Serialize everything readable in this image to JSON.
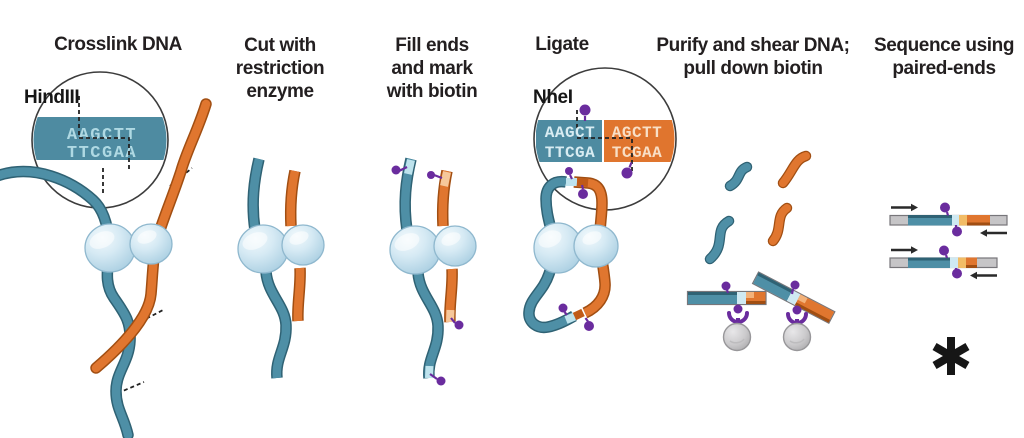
{
  "panels": {
    "crosslink": {
      "title": "Crosslink DNA",
      "enzyme": "HindIII",
      "sequence_top": "AAGCTT",
      "sequence_bottom": "TTCGAA"
    },
    "cut": {
      "line1": "Cut with",
      "line2": "restriction",
      "line3": "enzyme"
    },
    "fill": {
      "line1": "Fill ends",
      "line2": "and mark",
      "line3": "with biotin"
    },
    "ligate": {
      "title": "Ligate",
      "enzyme": "NheI",
      "left_top": "AAGCT",
      "left_bottom": "TTCGA",
      "right_top": "AGCTT",
      "right_bottom": "TCGAA"
    },
    "purify": {
      "line1": "Purify and shear DNA;",
      "line2": "pull down biotin"
    },
    "sequence": {
      "line1": "Sequence using",
      "line2": "paired-ends",
      "footnote_marker": "*"
    }
  },
  "colors": {
    "dna_teal": "#4E8FA6",
    "dna_teal_dark": "#2F6274",
    "dna_orange": "#E0762F",
    "dna_orange_dark": "#A14E12",
    "filled_end_blue": "#BEE3ED",
    "filled_end_orange": "#F6C89B",
    "biotin_purple": "#6A2C9E",
    "protein_blue": "#CFE7F3",
    "bead_gray": "#CBCACC",
    "adapter_gray": "#C6C5C7",
    "sequence_band_teal": "#4E8BA1",
    "sequence_block_orange": "#E0752E",
    "sequence_letters_light_blue": "#AFD9E3",
    "sequence_letters_peach": "#F8DFC6"
  }
}
